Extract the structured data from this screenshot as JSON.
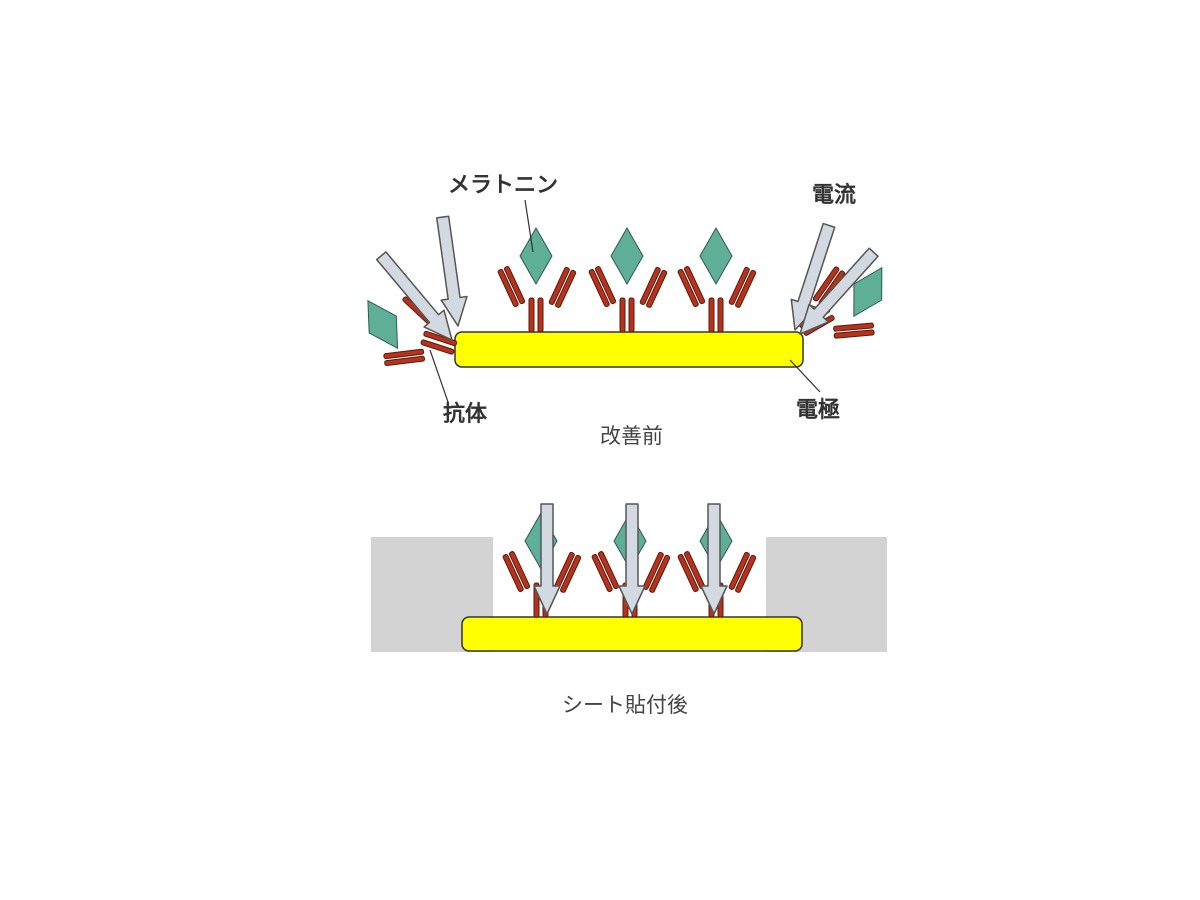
{
  "labels": {
    "melatonin": "メラトニン",
    "current": "電流",
    "antibody": "抗体",
    "electrode": "電極"
  },
  "captions": {
    "before": "改善前",
    "after": "シート貼付後"
  },
  "colors": {
    "electrode_fill": "#ffff00",
    "antibody_red": "#b5321c",
    "antigen_teal": "#5fae98",
    "current_arrow": "#d3d9e0",
    "sheet_gray": "#d4d3d3"
  }
}
